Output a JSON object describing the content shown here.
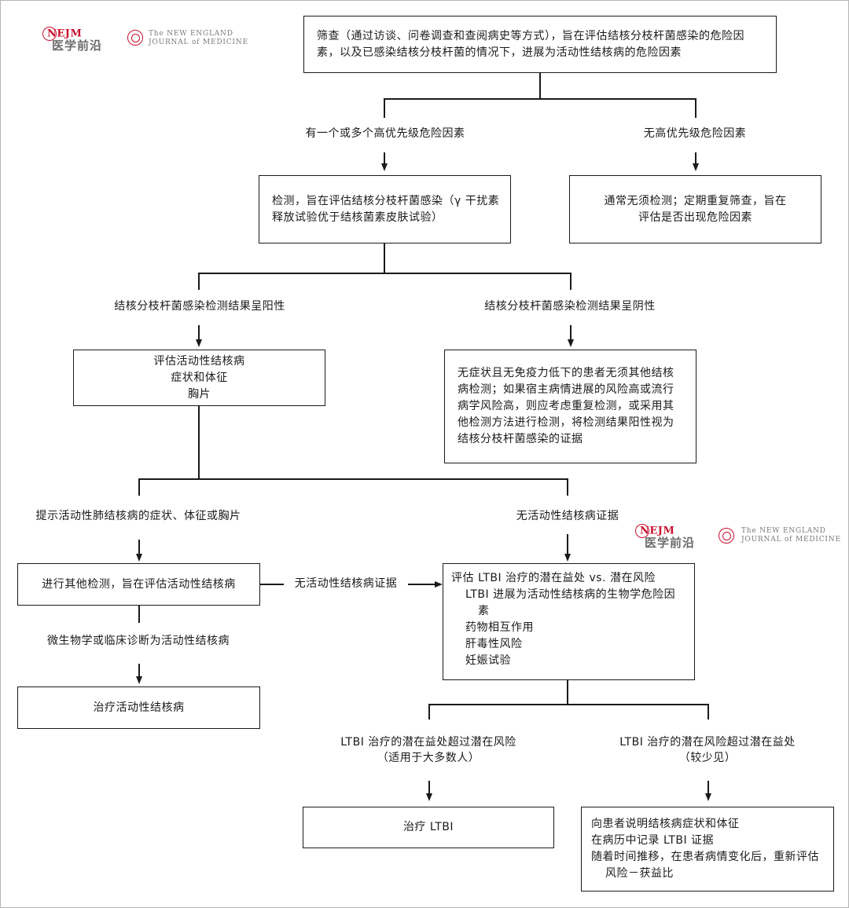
{
  "logos": {
    "nejm_text": "NEJM",
    "yixue_text": "医学前沿",
    "journal_line1": "The NEW ENGLAND",
    "journal_line2": "JOURNAL of MEDICINE"
  },
  "nodes": {
    "screening": "筛查（通过访谈、问卷调查和查阅病史等方式），旨在评估结核分枝杆菌感染的危险因素，以及已感染结核分枝杆菌的情况下，进展为活动性结核病的危险因素",
    "testing": "检测，旨在评估结核分枝杆菌感染（γ 干扰素释放试验优于结核菌素皮肤试验）",
    "no_test": "通常无须检测；定期重复筛查，旨在评估是否出现危险因素",
    "evaluate_active": {
      "line1": "评估活动性结核病",
      "line2": "症状和体征",
      "line3": "胸片"
    },
    "negative_note": "无症状且无免疫力低下的患者无须其他结核病检测；如果宿主病情进展的风险高或流行病学风险高，则应考虑重复检测，或采用其他检测方法进行检测，将检测结果阳性视为结核分枝杆菌感染的证据",
    "further_tests": "进行其他检测，旨在评估活动性结核病",
    "treat_active": "治疗活动性结核病",
    "ltbi_eval": {
      "title": "评估 LTBI 治疗的潜在益处 vs. 潜在风险",
      "items": [
        "LTBI 进展为活动性结核病的生物学危险因素",
        "药物相互作用",
        "肝毒性风险",
        "妊娠试验"
      ]
    },
    "treat_ltbi": "治疗 LTBI",
    "explain": {
      "line1": "向患者说明结核病症状和体征",
      "line2": "在病历中记录 LTBI 证据",
      "line3": "随着时间推移，在患者病情变化后，重新评估风险－获益比"
    }
  },
  "labels": {
    "high_risk": "有一个或多个高优先级危险因素",
    "no_high_risk": "无高优先级危险因素",
    "positive": "结核分枝杆菌感染检测结果呈阳性",
    "negative": "结核分枝杆菌感染检测结果呈阴性",
    "suggest_active": "提示活动性肺结核病的症状、体征或胸片",
    "no_active_evidence": "无活动性结核病证据",
    "no_active_evidence_arrow": "无活动性结核病证据",
    "diagnosed_active": "微生物学或临床诊断为活动性结核病",
    "benefit_outweighs": "LTBI 治疗的潜在益处超过潜在风险",
    "benefit_outweighs_sub": "（适用于大多数人）",
    "risk_outweighs": "LTBI 治疗的潜在风险超过潜在益处",
    "risk_outweighs_sub": "（较少见）"
  }
}
